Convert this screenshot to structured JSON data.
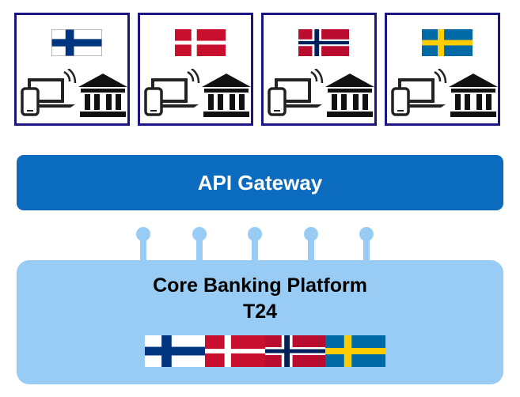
{
  "countries": [
    {
      "flag": "finland-flag"
    },
    {
      "flag": "denmark-flag"
    },
    {
      "flag": "norway-flag"
    },
    {
      "flag": "sweden-flag"
    }
  ],
  "gateway": {
    "label": "API Gateway"
  },
  "core": {
    "title": "Core Banking Platform",
    "subtitle": "T24"
  },
  "colors": {
    "box_border": "#1a1580",
    "gateway_bg": "#0a6bbf",
    "core_bg": "#99ccf5",
    "finland_blue": "#003580",
    "denmark_red": "#c8102e",
    "norway_red": "#ba0c2f",
    "norway_blue": "#00205b",
    "sweden_blue": "#006aa7",
    "sweden_yellow": "#fecc02"
  }
}
